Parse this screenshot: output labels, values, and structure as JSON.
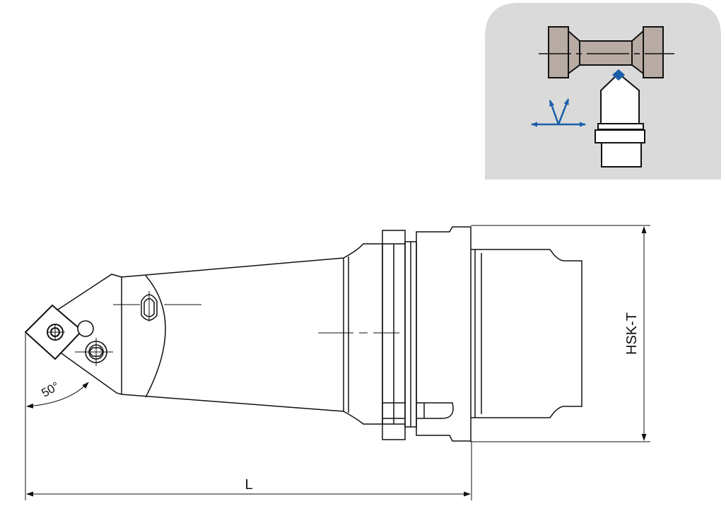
{
  "labels": {
    "length": "L",
    "height": "HSK-T",
    "angle": "50°"
  },
  "colors": {
    "inset_bg": "#dadada",
    "part_fill": "#b7aba3",
    "motion_arrows": "#1a5fa8",
    "insert_tip": "#1a5fa8",
    "outline": "#111111"
  },
  "icons": {
    "workpiece": "turned-workpiece-icon",
    "tool": "turning-tool-icon",
    "motion": "feed-directions-arrows-icon"
  }
}
